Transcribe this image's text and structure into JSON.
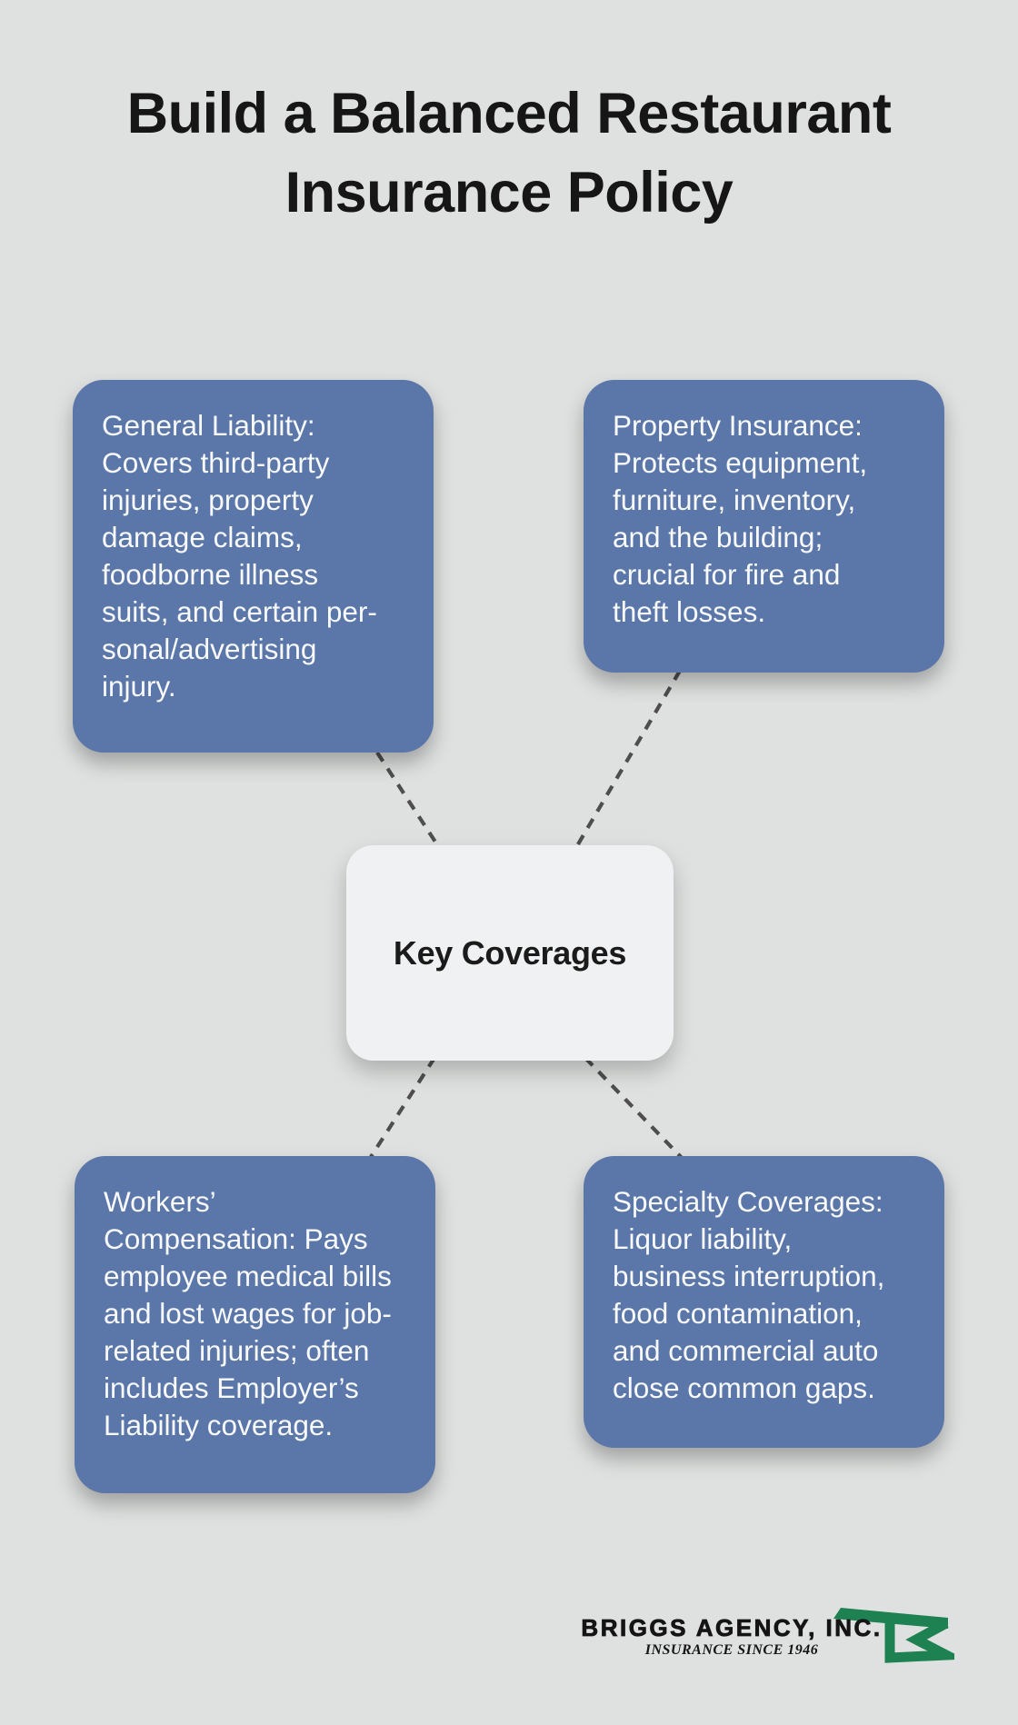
{
  "infographic": {
    "title": "Build a Balanced Restaurant\nInsurance Policy",
    "center_node": {
      "label": "Key Coverages"
    },
    "nodes": [
      {
        "id": "general-liability",
        "position": "top-left",
        "text": "General Liability:\nCovers third-party\ninjuries, property\ndamage claims,\nfoodborne illness\nsuits, and certain per-\nsonal/advertising\ninjury."
      },
      {
        "id": "property-insurance",
        "position": "top-right",
        "text": "Property Insurance:\nProtects equipment,\nfurniture, inventory,\nand the building;\ncrucial for fire and\ntheft losses."
      },
      {
        "id": "workers-compensation",
        "position": "bottom-left",
        "text": "Workers’\nCompensation: Pays\nemployee medical bills\nand lost wages for job-\nrelated injuries; often\nincludes Employer’s\nLiability coverage."
      },
      {
        "id": "specialty-coverages",
        "position": "bottom-right",
        "text": "Specialty Coverages:\nLiquor liability,\nbusiness interruption,\nfood contamination,\nand commercial auto\nclose common gaps."
      }
    ],
    "connectors": {
      "style": "dashed",
      "color": "#4e4e4e",
      "count": 4
    },
    "footer_logo": {
      "company": "BRIGGS AGENCY, INC.",
      "tagline": "INSURANCE SINCE 1946",
      "mark": "briggs-b-monogram",
      "mark_color": "#1e8152"
    }
  },
  "colors": {
    "background": "#dfe1e0",
    "node_fill": "#5b76a8",
    "node_text": "#f8fafd",
    "center_fill": "#f0f1f2",
    "center_text": "#1b1b1b",
    "title_text": "#161616",
    "connector": "#4e4e4e",
    "logo_text": "#141414",
    "logo_green": "#1e8152"
  }
}
